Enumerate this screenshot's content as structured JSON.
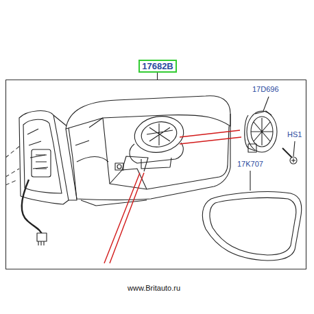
{
  "diagram": {
    "nodes": [
      {
        "text": [
          "17682B"
        ]
      }
    ],
    "labels": [
      "17D696",
      "HS1",
      "17K707",
      "www.Britauto.ru"
    ]
  }
}
